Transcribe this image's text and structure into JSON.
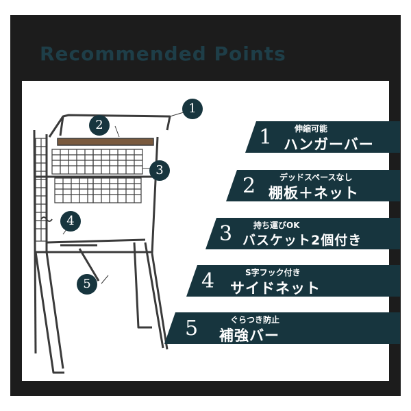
{
  "heading": "Recommended Points",
  "points": [
    {
      "num": "1",
      "sub": "伸縮可能",
      "main": "ハンガーバー"
    },
    {
      "num": "2",
      "sub": "デッドスペースなし",
      "main": "棚板＋ネット"
    },
    {
      "num": "3",
      "sub": "持ち運びOK",
      "main": "バスケット2個付き"
    },
    {
      "num": "4",
      "sub": "S字フック付き",
      "main": "サイドネット"
    },
    {
      "num": "5",
      "sub": "ぐらつき防止",
      "main": "補強バー"
    }
  ],
  "colors": {
    "banner": "#17353e",
    "frame": "#1c1c1c",
    "heading": "#1e3e48",
    "rack": "#3a3a3a"
  }
}
